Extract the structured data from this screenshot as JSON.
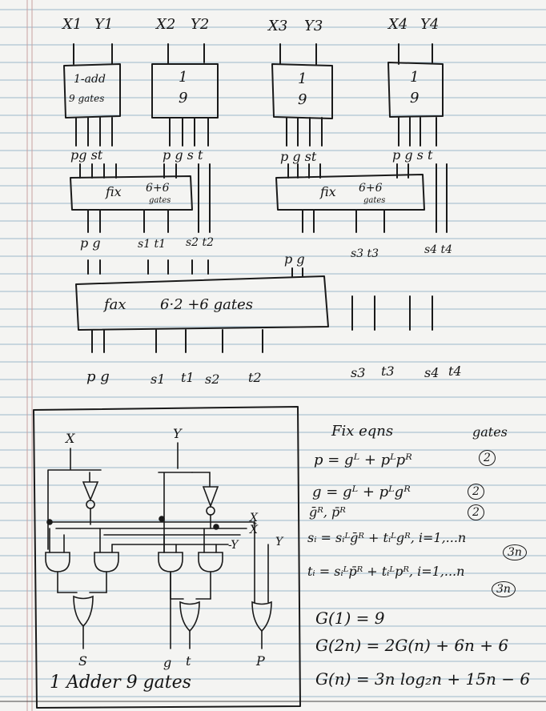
{
  "inputs": [
    "X1",
    "Y1",
    "X2",
    "Y2",
    "X3",
    "Y3",
    "X4",
    "Y4"
  ],
  "adders": [
    {
      "line1": "1-add",
      "line2": "9 gates"
    },
    {
      "line1": "1",
      "line2": "9"
    },
    {
      "line1": "1",
      "line2": "9"
    },
    {
      "line1": "1",
      "line2": "9"
    }
  ],
  "row1_outputs": [
    "pg st",
    "p g s t",
    "p g st",
    "p g s t"
  ],
  "fix_small": {
    "label": "fix",
    "value": "6+6",
    "unit": "gates"
  },
  "row2_outputs": [
    "p g",
    "s1 t1",
    "s2 t2",
    "p g",
    "s3 t3",
    "s4 t4"
  ],
  "fix_big": {
    "label": "fax",
    "expr": "6·2 +6 gates"
  },
  "row3_outputs": [
    "p g",
    "s1",
    "t1",
    "s2",
    "t2",
    "s3",
    "t3",
    "s4",
    "t4"
  ],
  "circuit": {
    "input_x": "X",
    "input_y": "Y",
    "side_x": "X",
    "side_xbar": "X̄",
    "side_y": "Y",
    "side_neg_y": "-Y",
    "outputs": [
      "S",
      "g",
      "t",
      "P"
    ],
    "caption": "1 Adder 9 gates"
  },
  "equations": {
    "header_left": "Fix eqns",
    "header_right": "gates",
    "rows": [
      {
        "eq": "p = gᴸ + pᴸpᴿ",
        "gates": "2"
      },
      {
        "eq": "g = gᴸ + pᴸgᴿ",
        "gates": "2"
      },
      {
        "eq": "ḡᴿ, p̄ᴿ",
        "gates": "2"
      },
      {
        "eq": "sᵢ = sᵢᴸḡᴿ + tᵢᴸgᴿ, i=1,...n",
        "gates": "3n"
      },
      {
        "eq": "tᵢ = sᵢᴸp̄ᴿ + tᵢᴸpᴿ, i=1,...n",
        "gates": "3n"
      }
    ],
    "recurrence": [
      "G(1) = 9",
      "G(2n) = 2G(n) + 6n + 6",
      "G(n) = 3n log₂n + 15n − 6"
    ]
  }
}
